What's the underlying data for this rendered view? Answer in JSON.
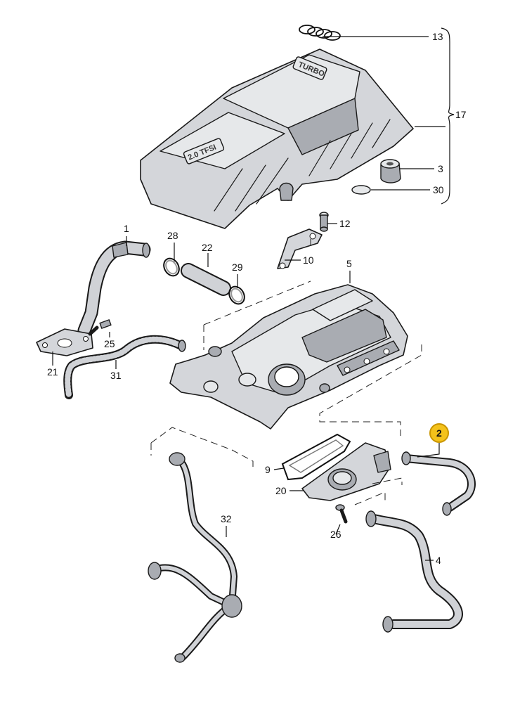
{
  "figure": {
    "embossed": {
      "turbo": "TURBO",
      "tfsi": "2.0 TFSI"
    },
    "callouts": {
      "c1": "1",
      "c2": "2",
      "c3": "3",
      "c4": "4",
      "c5": "5",
      "c9": "9",
      "c10": "10",
      "c12": "12",
      "c13": "13",
      "c17": "17",
      "c20": "20",
      "c21": "21",
      "c22": "22",
      "c25": "25",
      "c26": "26",
      "c28": "28",
      "c29": "29",
      "c30": "30",
      "c31": "31",
      "c32": "32"
    },
    "highlight": {
      "callout": "2",
      "color": "#f4c21b"
    }
  }
}
